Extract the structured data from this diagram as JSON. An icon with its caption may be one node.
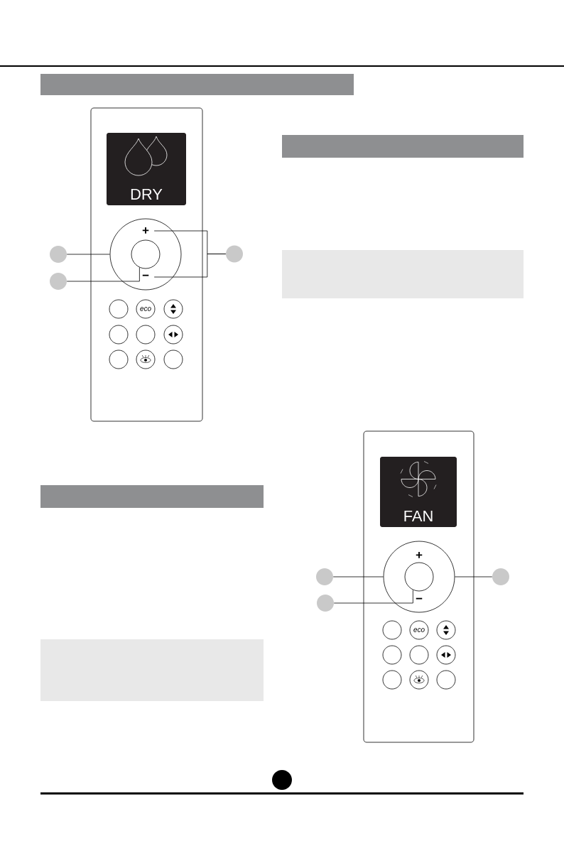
{
  "diagram": {
    "nodes": [
      {
        "text": [],
        "shape": "box"
      },
      {
        "text": [
          "DRY"
        ],
        "in": 0
      },
      {
        "text": [],
        "shape": "circle",
        "in": 0
      },
      {
        "text": [
          "+"
        ],
        "in": 2
      },
      {
        "text": [],
        "shape": "circle",
        "in": 2
      },
      {
        "text": [
          "−"
        ],
        "in": 2
      },
      {
        "text": [],
        "shape": "circle",
        "in": 0
      },
      {
        "text": [
          "eco"
        ],
        "in": 0
      },
      {
        "text": [],
        "shape": "circle",
        "in": 0
      },
      {
        "text": [],
        "shape": "circle",
        "in": 0
      },
      {
        "text": [],
        "shape": "circle",
        "in": 0
      },
      {
        "text": [],
        "shape": "circle",
        "in": 0
      },
      {
        "text": [],
        "shape": "circle",
        "in": 0
      },
      {
        "text": [],
        "shape": "circle",
        "in": 0
      },
      {
        "text": [],
        "shape": "circle",
        "in": 0
      },
      {
        "text": [],
        "shape": "circle"
      },
      {
        "text": [],
        "shape": "circle"
      },
      {
        "text": [],
        "shape": "circle"
      },
      {
        "text": [],
        "shape": "box"
      },
      {
        "text": [
          "FAN"
        ],
        "in": 18
      },
      {
        "text": [],
        "shape": "circle",
        "in": 18
      },
      {
        "text": [
          "+"
        ],
        "in": 20
      },
      {
        "text": [],
        "shape": "circle",
        "in": 20
      },
      {
        "text": [
          "−"
        ],
        "in": 20
      },
      {
        "text": [],
        "shape": "circle",
        "in": 18
      },
      {
        "text": [
          "eco"
        ],
        "in": 18
      },
      {
        "text": [],
        "shape": "circle",
        "in": 18
      },
      {
        "text": [],
        "shape": "circle",
        "in": 18
      },
      {
        "text": [],
        "shape": "circle",
        "in": 18
      },
      {
        "text": [],
        "shape": "circle",
        "in": 18
      },
      {
        "text": [],
        "shape": "circle",
        "in": 18
      },
      {
        "text": [],
        "shape": "circle",
        "in": 18
      },
      {
        "text": [],
        "shape": "circle",
        "in": 18
      },
      {
        "text": [],
        "shape": "circle"
      },
      {
        "text": [],
        "shape": "circle"
      },
      {
        "text": [],
        "shape": "circle"
      },
      {
        "text": [],
        "shape": "bar"
      },
      {
        "text": [],
        "shape": "bar"
      },
      {
        "text": [],
        "shape": "box"
      },
      {
        "text": [],
        "shape": "bar"
      },
      {
        "text": [],
        "shape": "box"
      }
    ],
    "edges": [
      {
        "from": 15,
        "to": 2,
        "arrow": "none"
      },
      {
        "from": 16,
        "to": 4,
        "arrow": "none"
      },
      {
        "from": 17,
        "to": 3,
        "arrow": "none"
      },
      {
        "from": 17,
        "to": 5,
        "arrow": "none"
      },
      {
        "from": 33,
        "to": 20,
        "arrow": "none"
      },
      {
        "from": 34,
        "to": 22,
        "arrow": "none"
      },
      {
        "from": 35,
        "to": 20,
        "arrow": "none"
      }
    ]
  }
}
